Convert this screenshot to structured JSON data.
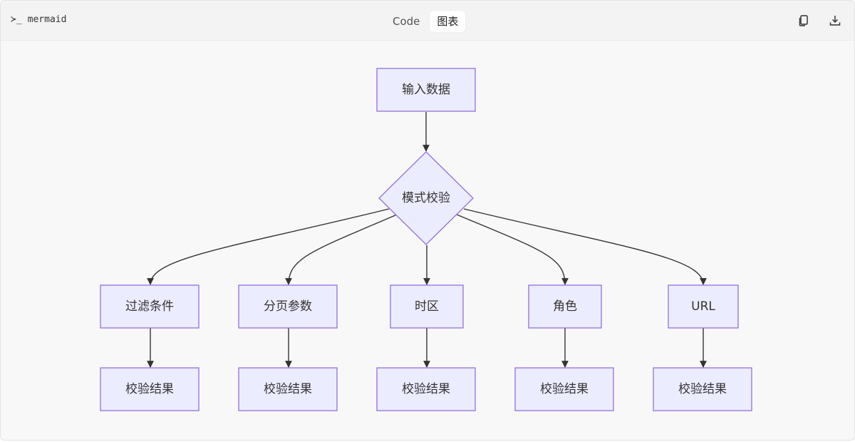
{
  "toolbar": {
    "prompt_glyph": "≻_",
    "language": "mermaid",
    "tabs": [
      {
        "label": "Code",
        "active": false
      },
      {
        "label": "图表",
        "active": true
      }
    ],
    "copy_icon": "copy-icon",
    "download_icon": "download-icon"
  },
  "diagram": {
    "colors": {
      "node_fill": "#ececff",
      "node_stroke": "#9370db",
      "edge": "#333333"
    },
    "input": "输入数据",
    "decision": "模式校验",
    "branches": [
      {
        "label": "过滤条件",
        "result": "校验结果"
      },
      {
        "label": "分页参数",
        "result": "校验结果"
      },
      {
        "label": "时区",
        "result": "校验结果"
      },
      {
        "label": "角色",
        "result": "校验结果"
      },
      {
        "label": "URL",
        "result": "校验结果"
      }
    ]
  }
}
